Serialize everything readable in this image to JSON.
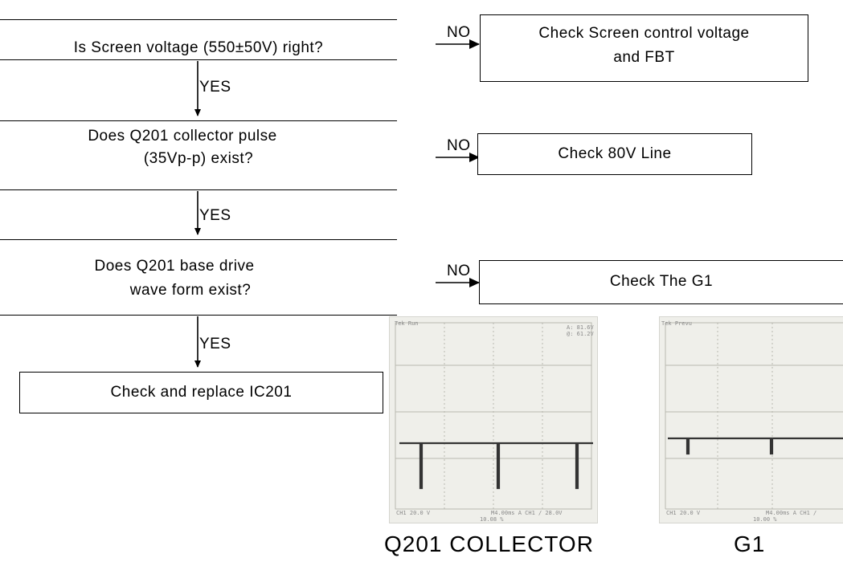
{
  "flow": {
    "q1": "Is Screen voltage (550±50V) right?",
    "q2_line1": "Does Q201 collector pulse",
    "q2_line2": "(35Vp-p) exist?",
    "q3_line1": "Does Q201 base drive",
    "q3_line2": "wave form exist?",
    "yes": "YES",
    "no": "NO",
    "final": "Check and replace IC201"
  },
  "actions": {
    "a1_line1": "Check Screen control  voltage",
    "a1_line2": "and FBT",
    "a2": "Check 80V Line",
    "a3": "Check The G1"
  },
  "scopes": {
    "left_caption": "Q201 COLLECTOR",
    "right_caption": "G1",
    "left_screen": {
      "header": "Tek  Run",
      "readout_top1": "A:  81.6V",
      "readout_top2": "@:  61.2V",
      "footer_ch": "CH1   20.0 V",
      "footer_time": "M4.00ms  A  CH1  /  28.0V",
      "footer_pct": "10.08 %"
    },
    "right_screen": {
      "header": "Tek  Prevu",
      "footer_ch": "CH1   20.0 V",
      "footer_time": "M4.00ms  A  CH1  /",
      "footer_pct": "10.00 %"
    }
  }
}
